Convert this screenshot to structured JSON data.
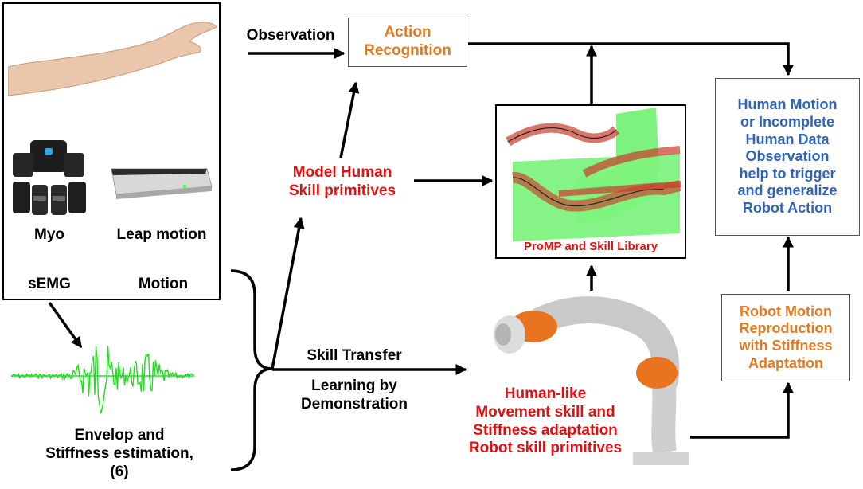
{
  "input_panel": {
    "myo_label": "Myo",
    "leap_label": "Leap motion",
    "semg_label": "sEMG",
    "motion_label": "Motion"
  },
  "observation_label": "Observation",
  "action_recognition_label": "Action\nRecognition",
  "model_human_label": "Model Human\nSkill primitives",
  "promp_label": "ProMP and Skill Library",
  "human_motion_box": "Human Motion\nor Incomplete\nHuman Data\nObservation\nhelp to trigger\nand generalize\nRobot Action",
  "skill_transfer_label": "Skill Transfer",
  "lbd_label": "Learning by\nDemonstration",
  "robot_caption": "Human-like\nMovement skill and\nStiffness adaptation\nRobot skill primitives",
  "robot_motion_box": "Robot Motion\nReproduction\nwith Stiffness\nAdaptation",
  "envelop_label": "Envelop and\nStiffness estimation,\n(6)",
  "colors": {
    "orange": "#e07b23",
    "red": "#e01010",
    "blue": "#2f63b8",
    "emg_green": "#22dd22",
    "band_green": "#7ef27e",
    "promp_red": "#cc3a2a"
  }
}
